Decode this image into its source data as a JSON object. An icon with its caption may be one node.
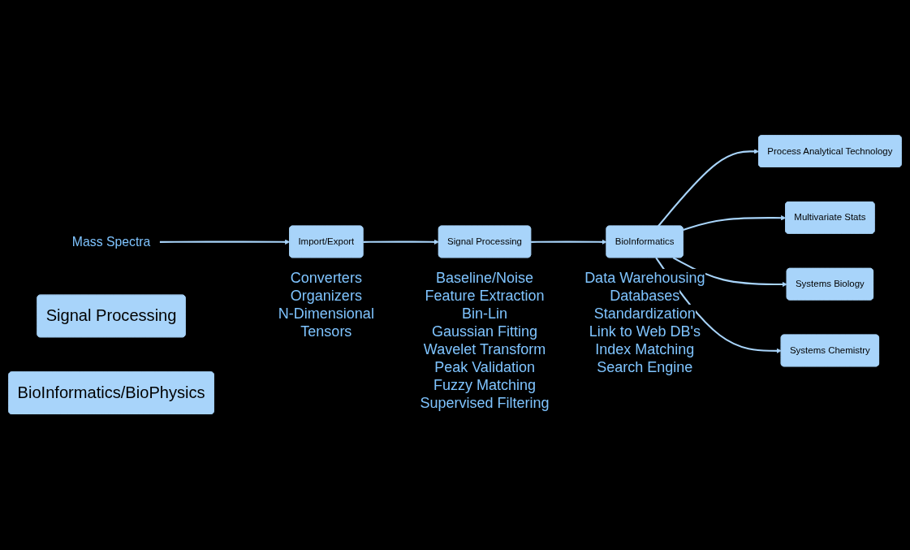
{
  "diagram": {
    "nodes": [
      {
        "text": [
          "Mass Spectra"
        ]
      },
      {
        "text": [
          "Import/Export"
        ],
        "beside": [
          "Converters",
          "Organizers",
          "N-Dimensional",
          "Tensors"
        ]
      },
      {
        "text": [
          "Signal Processing"
        ],
        "beside": [
          "Baseline/Noise",
          "Feature Extraction",
          "Bin-Lin",
          "Gaussian Fitting",
          "Wavelet Transform",
          "Peak Validation",
          "Fuzzy Matching",
          "Supervised Filtering"
        ]
      },
      {
        "text": [
          "BioInformatics"
        ],
        "beside": [
          "Data Warehousing",
          "Databases",
          "Standardization",
          "Link to Web DB's",
          "Index Matching",
          "Search Engine"
        ]
      },
      {
        "text": [
          "Process Analytical Technology"
        ]
      },
      {
        "text": [
          "Multivariate Stats"
        ]
      },
      {
        "text": [
          "Systems Biology"
        ]
      },
      {
        "text": [
          "Systems Chemistry"
        ]
      },
      {
        "text": [
          "Signal Processing"
        ]
      },
      {
        "text": [
          "BioInformatics/BioPhysics"
        ]
      }
    ],
    "edges": [
      {
        "from": 0,
        "to": 1,
        "arrow": "to"
      },
      {
        "from": 1,
        "to": 2,
        "arrow": "to"
      },
      {
        "from": 2,
        "to": 3,
        "arrow": "to"
      },
      {
        "from": 3,
        "to": 4,
        "arrow": "to"
      },
      {
        "from": 3,
        "to": 5,
        "arrow": "to"
      },
      {
        "from": 3,
        "to": 6,
        "arrow": "to"
      },
      {
        "from": 3,
        "to": 7,
        "arrow": "to"
      }
    ]
  }
}
